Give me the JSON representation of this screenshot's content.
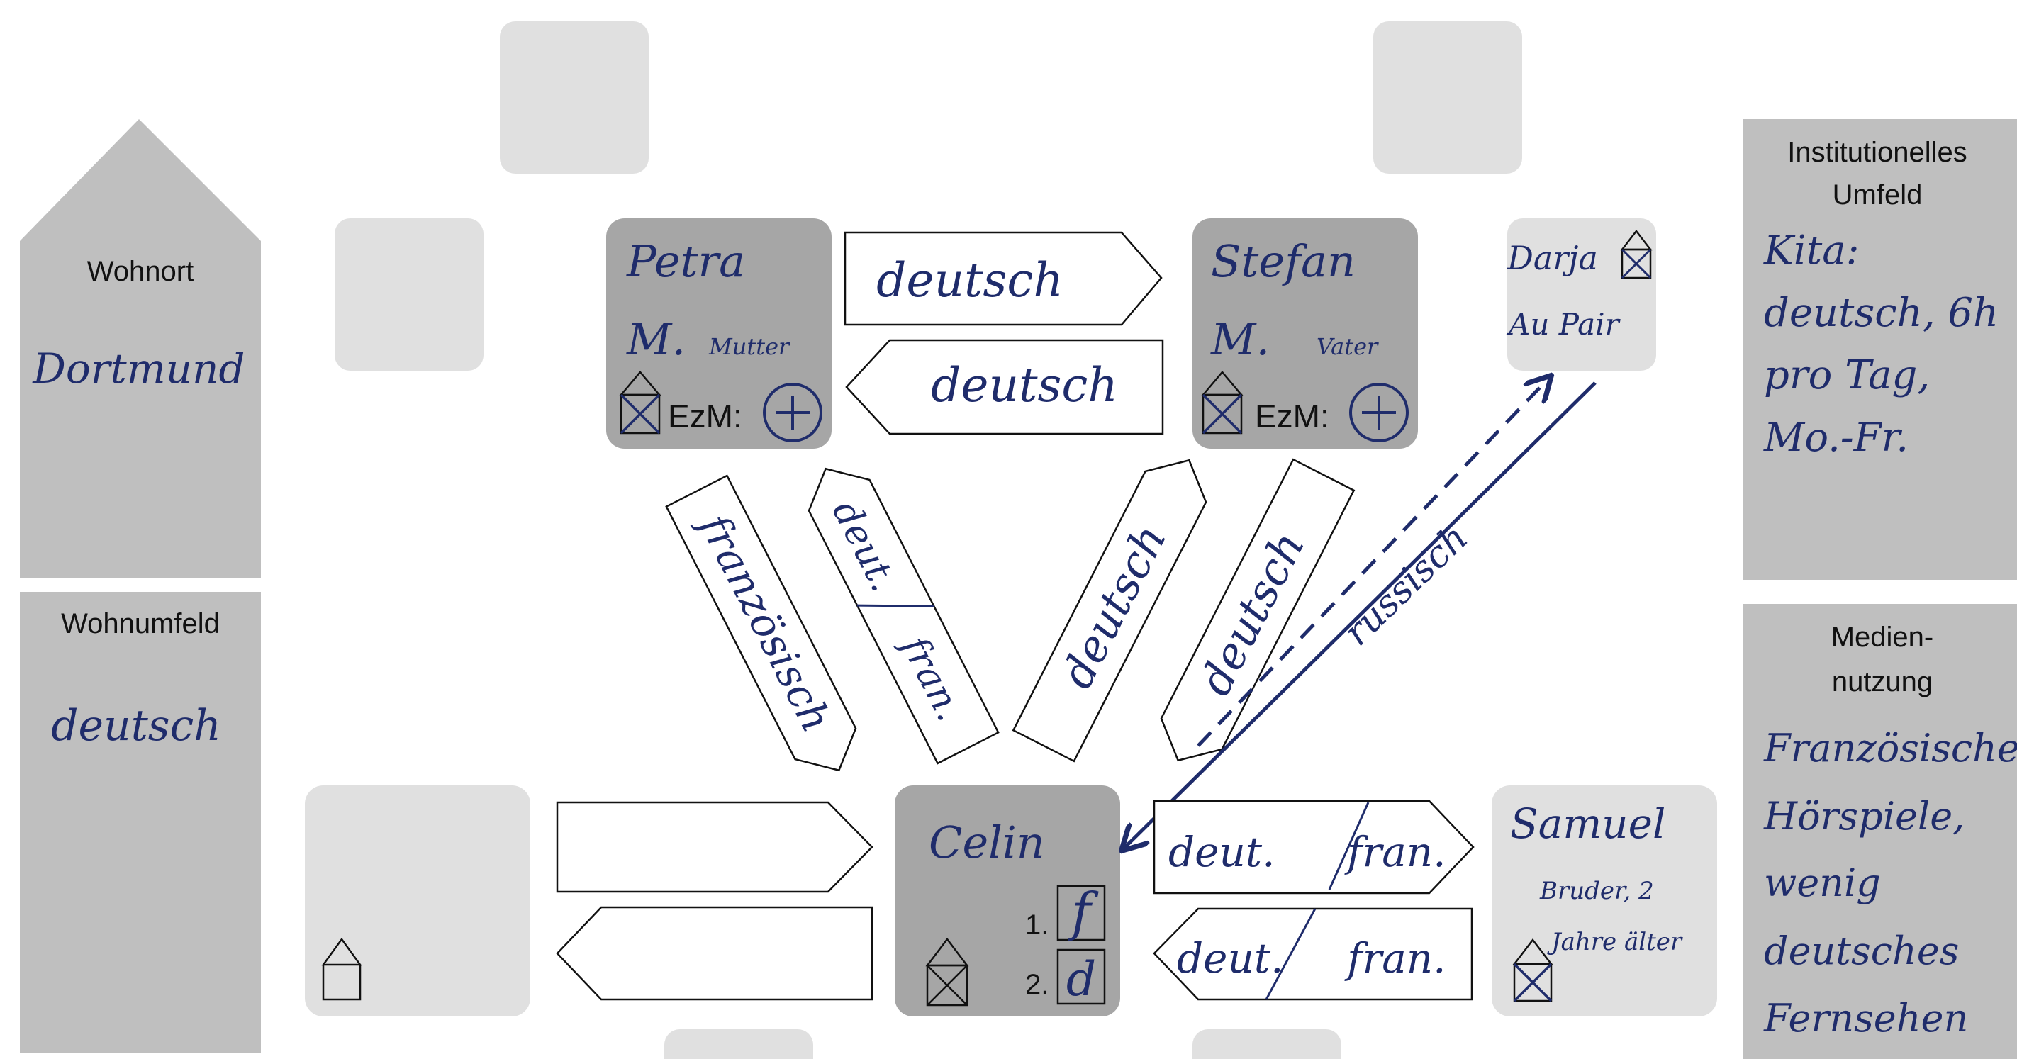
{
  "colors": {
    "ink": "#1f2c6b",
    "dark_box": "#a6a6a6",
    "light_box": "#e0e0e0",
    "panel": "#bfbfbf"
  },
  "left_panels": {
    "wohnort": {
      "heading": "Wohnort",
      "value": "Dortmund"
    },
    "wohnumfeld": {
      "heading": "Wohnumfeld",
      "value": "deutsch"
    }
  },
  "right_panels": {
    "institution": {
      "heading_line1": "Institutionelles",
      "heading_line2": "Umfeld",
      "lines": [
        "Kita:",
        "deutsch, 6h",
        "pro Tag,",
        "Mo.-Fr."
      ]
    },
    "media": {
      "heading_line1": "Medien-",
      "heading_line2": "nutzung",
      "lines": [
        "Französische",
        "Hörspiele,",
        "wenig",
        "deutsches",
        "Fernsehen"
      ]
    }
  },
  "persons": {
    "petra": {
      "name": "Petra",
      "initial": "M.",
      "role": "Mutter",
      "ezm_label": "EzM:"
    },
    "stefan": {
      "name": "Stefan",
      "initial": "M.",
      "role": "Vater",
      "ezm_label": "EzM:"
    },
    "darja": {
      "name": "Darja",
      "role": "Au Pair"
    },
    "celin": {
      "name": "Celin",
      "rank1": "1.",
      "lang1": "f",
      "rank2": "2.",
      "lang2": "d"
    },
    "samuel": {
      "name": "Samuel",
      "role_line1": "Bruder, 2",
      "role_line2": "Jahre älter"
    }
  },
  "arrows": {
    "petra_to_stefan": "deutsch",
    "stefan_to_petra": "deutsch",
    "petra_to_celin": "französisch",
    "celin_to_petra_a": "deut.",
    "celin_to_petra_b": "fran.",
    "stefan_to_celin": "deutsch",
    "celin_to_stefan": "deutsch",
    "darja_celin": "russisch",
    "celin_to_samuel_a": "deut.",
    "celin_to_samuel_b": "fran.",
    "samuel_to_celin_a": "deut.",
    "samuel_to_celin_b": "fran."
  }
}
